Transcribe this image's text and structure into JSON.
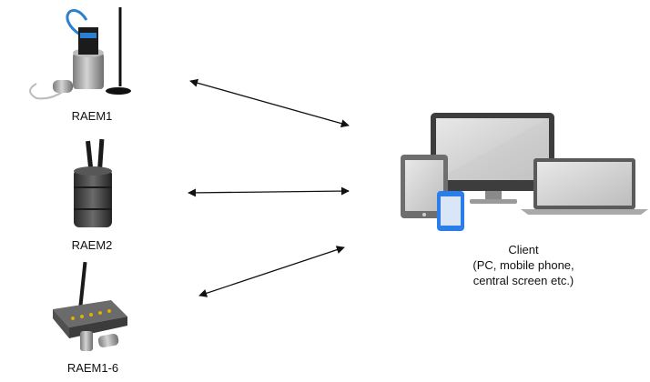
{
  "devices": [
    {
      "label": "RAEM1"
    },
    {
      "label": "RAEM2"
    },
    {
      "label": "RAEM1-6"
    }
  ],
  "client": {
    "title": "Client",
    "lines": [
      "(PC, mobile phone,",
      "central screen etc.)"
    ]
  },
  "colors": {
    "arrow": "#111111",
    "device_metal": "#9a9a9a",
    "device_dark": "#3a3a3a",
    "monitor_frame": "#3d3d3d",
    "screen": "#d9d9d9",
    "phone_blue": "#2b7de9"
  },
  "icons": [
    "radiation-monitor-raem1-image",
    "radiation-monitor-raem2-image",
    "gateway-raem1-6-image",
    "devices-client-image"
  ]
}
